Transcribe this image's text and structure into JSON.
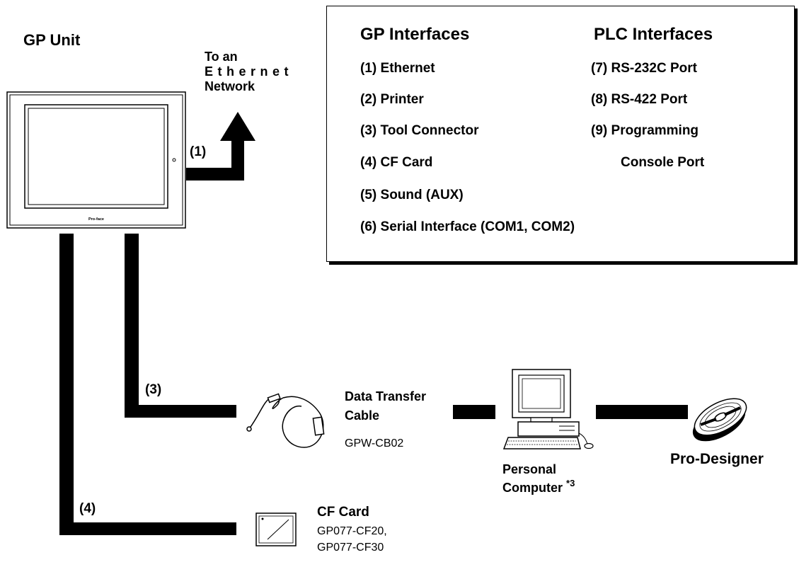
{
  "gp_unit": {
    "title": "GP Unit",
    "brand": "Pro-face"
  },
  "ethernet": {
    "line1": "To an",
    "line2": "Ethernet",
    "line3": "Network",
    "port_label": "(1)"
  },
  "legend": {
    "gp_heading": "GP Interfaces",
    "plc_heading": "PLC Interfaces",
    "gp_items": [
      {
        "num": "(1)",
        "label": "Ethernet"
      },
      {
        "num": "(2)",
        "label": "Printer"
      },
      {
        "num": "(3)",
        "label": "Tool Connector"
      },
      {
        "num": "(4)",
        "label": "CF Card"
      },
      {
        "num": "(5)",
        "label": "Sound (AUX)"
      },
      {
        "num": "(6)",
        "label": "Serial Interface (COM1, COM2)"
      }
    ],
    "plc_items": [
      {
        "num": "(7)",
        "label": "RS-232C Port"
      },
      {
        "num": "(8)",
        "label": "RS-422 Port"
      },
      {
        "num": "(9)",
        "label": "Programming",
        "label2": "Console Port"
      }
    ]
  },
  "connections": {
    "tool_port_label": "(3)",
    "cf_port_label": "(4)"
  },
  "cable": {
    "name_line1": "Data Transfer",
    "name_line2": "Cable",
    "model": "GPW-CB02"
  },
  "computer": {
    "line1": "Personal",
    "line2": "Computer",
    "note": "*3"
  },
  "software": {
    "name": "Pro-Designer"
  },
  "cf_card": {
    "name": "CF Card",
    "model1": "GP077-CF20,",
    "model2": "GP077-CF30"
  }
}
